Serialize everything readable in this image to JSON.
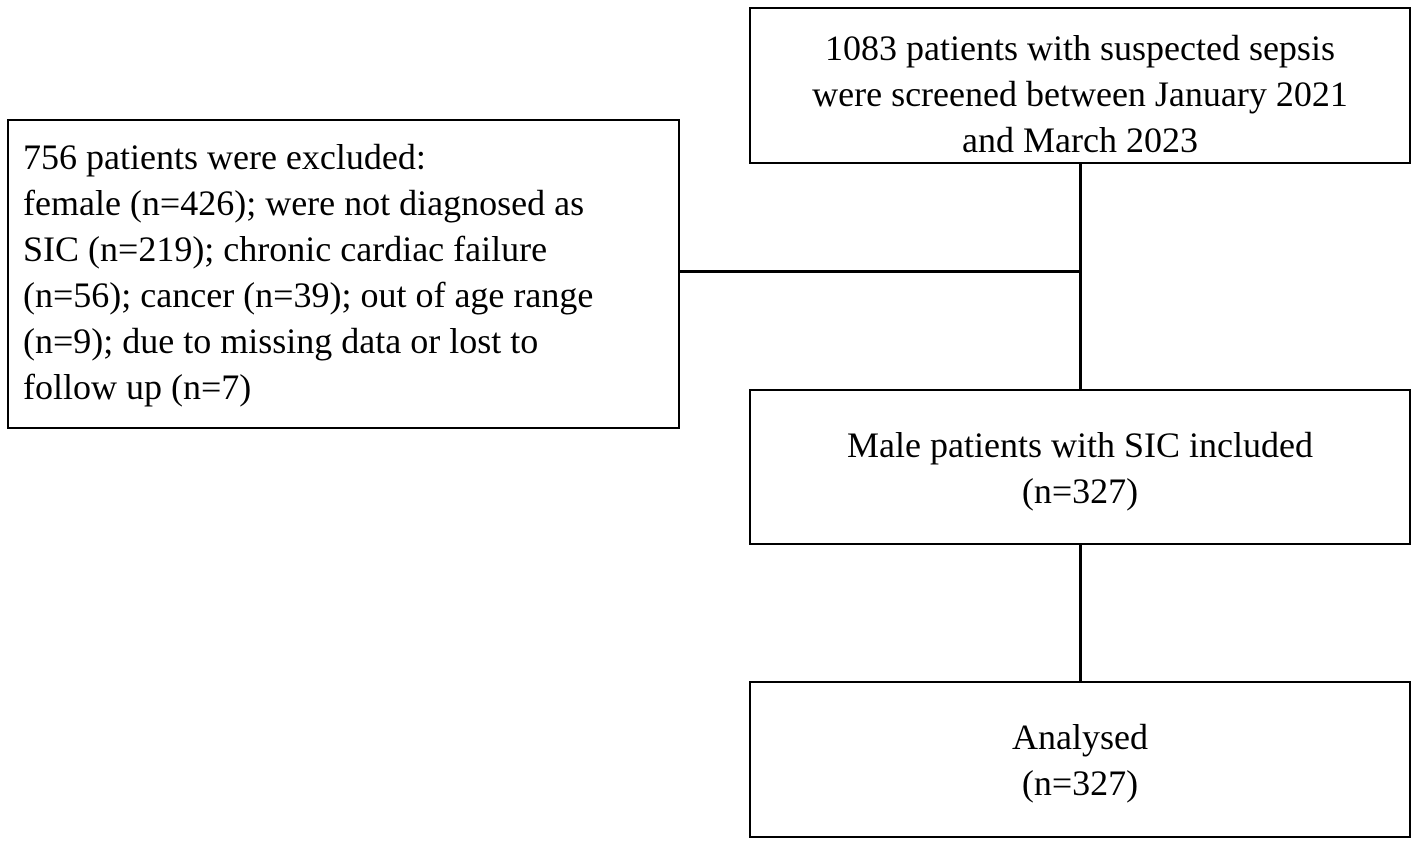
{
  "flowchart": {
    "screened": {
      "lines": [
        "1083 patients with suspected sepsis",
        "were screened between January 2021",
        "and March 2023"
      ]
    },
    "excluded": {
      "lines": [
        "756 patients were excluded:",
        "female (n=426); were not diagnosed as",
        "SIC (n=219); chronic cardiac failure",
        "(n=56); cancer (n=39); out of age range",
        "(n=9); due to missing data or lost to",
        "follow up (n=7)"
      ]
    },
    "included": {
      "lines": [
        "Male patients with SIC included",
        "(n=327)"
      ]
    },
    "analysed": {
      "lines": [
        "Analysed",
        "(n=327)"
      ]
    }
  }
}
